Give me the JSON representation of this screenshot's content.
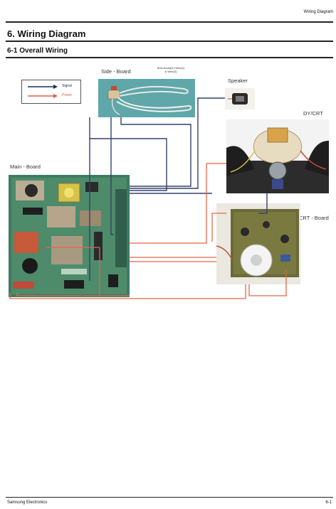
{
  "header": {
    "section": "Wiring Diagram"
  },
  "page": {
    "title": "6. Wiring Diagram",
    "subtitle": "6-1 Overall Wiring"
  },
  "legend": {
    "items": [
      {
        "label": "Signal",
        "color": "#1a2a5a"
      },
      {
        "label": "Power",
        "color": "#e06040"
      }
    ]
  },
  "boards": {
    "side": "Side - Board",
    "side_note_1": "Side-board(1) Wire(1)",
    "side_note_2": "& Wire(2)",
    "speaker": "Speaker",
    "dy_crt": "DY/CRT",
    "main": "Main - Board",
    "crt": "CRT - Board"
  },
  "colors": {
    "signal": "#34416a",
    "power": "#e2664a",
    "pcb_main": "#3f7b62",
    "photo_bg": "#5fa7a8"
  },
  "footer": {
    "left": "Samsung Electronics",
    "right": "6-1"
  }
}
